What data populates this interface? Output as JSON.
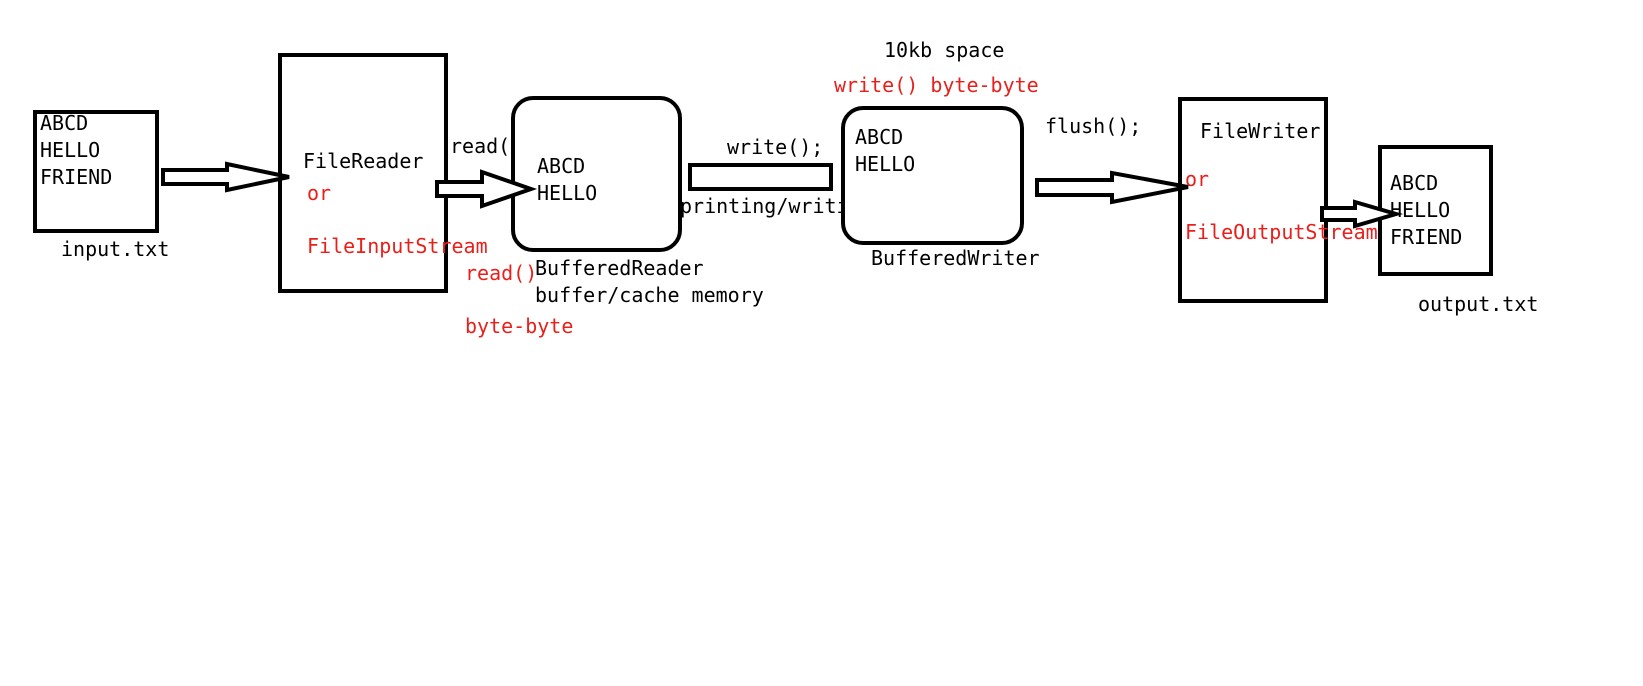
{
  "colors": {
    "stroke": "#000000",
    "accent": "#e8201c",
    "background": "#ffffff"
  },
  "input_file": {
    "lines": [
      "ABCD",
      "HELLO",
      "FRIEND"
    ],
    "caption": "input.txt"
  },
  "file_reader": {
    "label": "FileReader",
    "or": "or",
    "alt": "FileInputStream"
  },
  "reader_arrow": {
    "label": "read()",
    "sub_label": "read()",
    "sub_note": "byte-byte"
  },
  "buffered_reader": {
    "lines": [
      "ABCD",
      "HELLO"
    ],
    "caption": "BufferedReader",
    "subcaption": "buffer/cache memory"
  },
  "pipe": {
    "top_label": "write();",
    "bottom_label": "printing/writing"
  },
  "buffered_writer": {
    "header": "10kb space",
    "note": "write() byte-byte",
    "lines": [
      "ABCD",
      "HELLO"
    ],
    "caption": "BufferedWriter"
  },
  "flush": {
    "label": "flush();"
  },
  "file_writer": {
    "label": "FileWriter",
    "or": "or",
    "alt": "FileOutputStream"
  },
  "output_file": {
    "lines": [
      "ABCD",
      "HELLO",
      "FRIEND"
    ],
    "caption": "output.txt"
  }
}
